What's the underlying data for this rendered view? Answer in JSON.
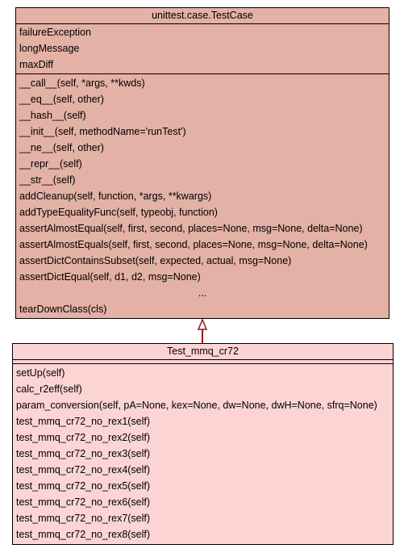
{
  "parent_class": {
    "name": "unittest.case.TestCase",
    "attributes": [
      "failureException",
      "longMessage",
      "maxDiff"
    ],
    "methods": [
      "__call__(self, *args, **kwds)",
      "__eq__(self, other)",
      "__hash__(self)",
      "__init__(self, methodName='runTest')",
      "__ne__(self, other)",
      "__repr__(self)",
      "__str__(self)",
      "addCleanup(self, function, *args, **kwargs)",
      "addTypeEqualityFunc(self, typeobj, function)",
      "assertAlmostEqual(self, first, second, places=None, msg=None, delta=None)",
      "assertAlmostEquals(self, first, second, places=None, msg=None, delta=None)",
      "assertDictContainsSubset(self, expected, actual, msg=None)",
      "assertDictEqual(self, d1, d2, msg=None)"
    ],
    "ellipsis": "...",
    "last_method": "tearDownClass(cls)"
  },
  "child_class": {
    "name": "Test_mmq_cr72",
    "attributes": [],
    "methods": [
      "setUp(self)",
      "calc_r2eff(self)",
      "param_conversion(self, pA=None, kex=None, dw=None, dwH=None, sfrq=None)",
      "test_mmq_cr72_no_rex1(self)",
      "test_mmq_cr72_no_rex2(self)",
      "test_mmq_cr72_no_rex3(self)",
      "test_mmq_cr72_no_rex4(self)",
      "test_mmq_cr72_no_rex5(self)",
      "test_mmq_cr72_no_rex6(self)",
      "test_mmq_cr72_no_rex7(self)",
      "test_mmq_cr72_no_rex8(self)"
    ]
  },
  "colors": {
    "parent_fill": "#e3b1a5",
    "child_fill": "#fcd4d4",
    "inheritance_edge": "#8b1a1a"
  }
}
